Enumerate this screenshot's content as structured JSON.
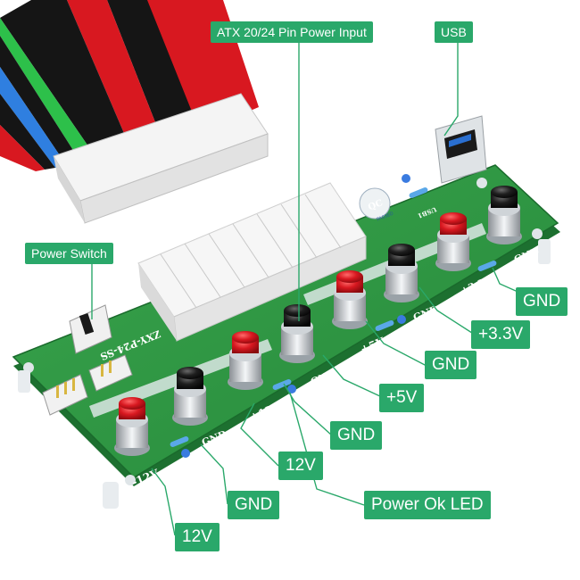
{
  "callouts": {
    "atx_input": "ATX 20/24 Pin Power Input",
    "usb": "USB",
    "power_switch": "Power  Switch",
    "gnd_1": "GND",
    "v3_3": "+3.3V",
    "gnd_2": "GND",
    "v5": "+5V",
    "gnd_3": "GND",
    "v12_pos": "12V",
    "power_ok_led": "Power Ok LED",
    "gnd_4": "GND",
    "v12_neg": "12V"
  },
  "silkscreen": {
    "neg12v": "-12V",
    "gnd_a": "GND",
    "pos12v": "+12V",
    "gnd_b": "GND",
    "pos5v": "+5V",
    "gnd_c": "GND",
    "pos3v3": "+3.3V",
    "gnd_d": "GND",
    "model": "ZXY-P24-SS",
    "v3": "V3",
    "usb1": "USB1",
    "qc_text": "QC",
    "qc_passed": "PASSED"
  },
  "colors": {
    "callout_bg": "#2aa86a",
    "pcb": "#2f9a43",
    "red_post": "#d81820",
    "black_post": "#1a1a1a",
    "connector": "#f2f2f2"
  },
  "icons": [
    "qc-passed-sticker-icon"
  ]
}
